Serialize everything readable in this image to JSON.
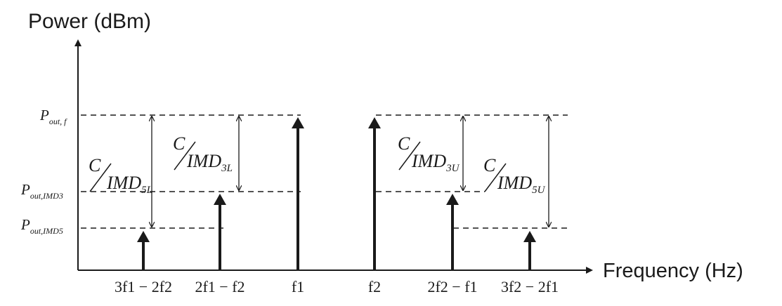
{
  "axes": {
    "y_label": "Power (dBm)",
    "x_label": "Frequency (Hz)"
  },
  "levels": {
    "fundamental": {
      "base": "P",
      "sub": "out, f"
    },
    "imd3": {
      "base": "P",
      "sub": "out,IMD3"
    },
    "imd5": {
      "base": "P",
      "sub": "out,IMD5"
    }
  },
  "tones": [
    {
      "label": "3f1 − 2f2",
      "level": "imd5"
    },
    {
      "label": "2f1 − f2",
      "level": "imd3"
    },
    {
      "label": "f1",
      "level": "fundamental"
    },
    {
      "label": "f2",
      "level": "fundamental"
    },
    {
      "label": "2f2 − f1",
      "level": "imd3"
    },
    {
      "label": "3f2 − 2f1",
      "level": "imd5"
    }
  ],
  "ratios": [
    {
      "numerator": "C",
      "denominator": "IMD",
      "sub": "5L"
    },
    {
      "numerator": "C",
      "denominator": "IMD",
      "sub": "3L"
    },
    {
      "numerator": "C",
      "denominator": "IMD",
      "sub": "3U"
    },
    {
      "numerator": "C",
      "denominator": "IMD",
      "sub": "5U"
    }
  ]
}
